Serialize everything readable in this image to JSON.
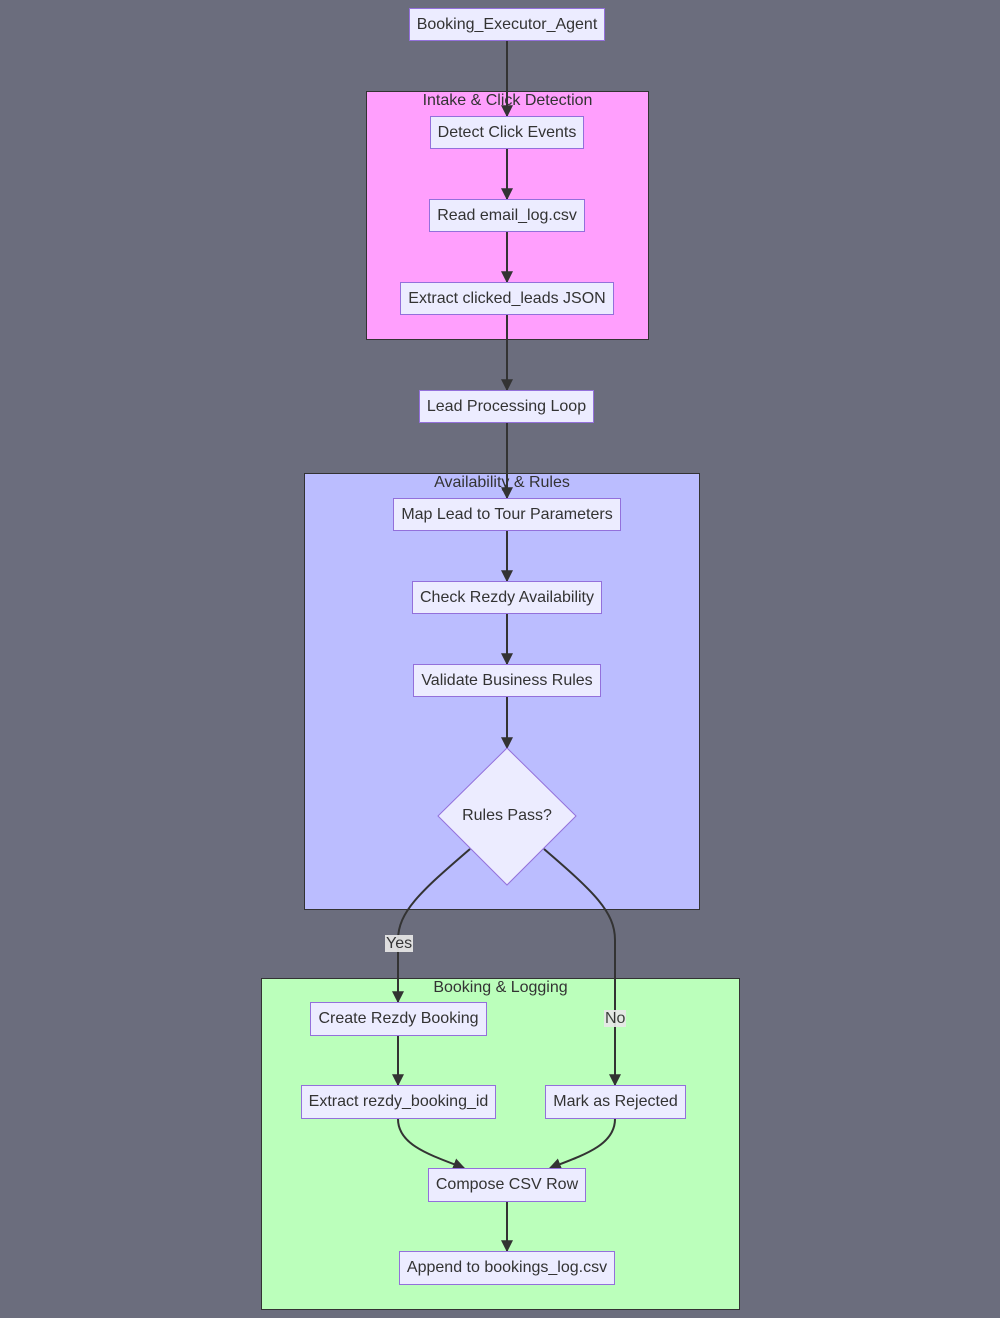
{
  "colors": {
    "background": "#6b6d7d",
    "node_fill": "#ececff",
    "node_border": "#9370db",
    "edge": "#333333",
    "cluster_intake": "#ff9ffd",
    "cluster_availability": "#bbbdff",
    "cluster_booking": "#bbffbb"
  },
  "clusters": {
    "intake": "Intake & Click Detection",
    "availability": "Availability & Rules",
    "booking": "Booking & Logging"
  },
  "nodes": {
    "agent": "Booking_Executor_Agent",
    "detect": "Detect Click Events",
    "read_log": "Read email_log.csv",
    "extract_leads": "Extract clicked_leads JSON",
    "loop": "Lead Processing Loop",
    "map": "Map Lead to Tour Parameters",
    "check": "Check Rezdy Availability",
    "validate": "Validate Business Rules",
    "decision": "Rules Pass?",
    "create": "Create Rezdy Booking",
    "extract_id": "Extract rezdy_booking_id",
    "reject": "Mark as Rejected",
    "compose": "Compose CSV Row",
    "append": "Append to bookings_log.csv"
  },
  "edge_labels": {
    "yes": "Yes",
    "no": "No"
  }
}
